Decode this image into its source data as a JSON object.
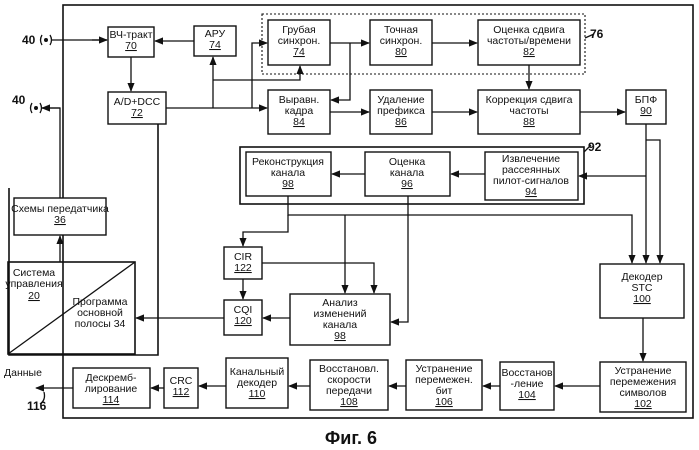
{
  "blocks": {
    "vch": {
      "label": "ВЧ-тракт",
      "num": "70"
    },
    "aru": {
      "label": "АРУ",
      "num": "74"
    },
    "coarse": {
      "label": "Грубая синхрон.",
      "num": "74"
    },
    "fine": {
      "label": "Точная синхрон.",
      "num": "80"
    },
    "offset_est": {
      "label": "Оценка сдвига частоты/времени",
      "num": "82"
    },
    "ad_dcc": {
      "label": "A/D+DCC",
      "num": "72"
    },
    "frame_align": {
      "label": "Выравн. кадра",
      "num": "84"
    },
    "prefix_removal": {
      "label": "Удаление префикса",
      "num": "86"
    },
    "offset_corr": {
      "label": "Коррекция сдвига частоты",
      "num": "88"
    },
    "fft": {
      "label": "БПФ",
      "num": "90"
    },
    "channel_recon": {
      "label": "Реконструкция канала",
      "num": "98"
    },
    "channel_est": {
      "label": "Оценка канала",
      "num": "96"
    },
    "pilot_extract": {
      "label": "Извлечение рассеянных пилот-сигналов",
      "num": "94"
    },
    "tx_circuits": {
      "label": "Схемы передатчика",
      "num": "36"
    },
    "cir": {
      "label": "CIR",
      "num": "122"
    },
    "cqi": {
      "label": "CQI",
      "num": "120"
    },
    "channel_change": {
      "label": "Анализ изменений канала",
      "num": "98"
    },
    "stc_decoder": {
      "label": "Декодер STC",
      "num": "100"
    },
    "control_system": {
      "label": "Система управления",
      "num": "20"
    },
    "baseband": {
      "label": "Программа основной полосы",
      "num": "34"
    },
    "descrambling": {
      "label": "Дескремб-лирование",
      "num": "114"
    },
    "crc": {
      "label": "CRC",
      "num": "112"
    },
    "channel_decoder": {
      "label": "Канальный декодер",
      "num": "110"
    },
    "rate_recovery": {
      "label": "Восстановл. скорости передачи",
      "num": "108"
    },
    "bit_deinterleave": {
      "label": "Устранение перемежен. бит",
      "num": "106"
    },
    "recovery": {
      "label": "Восстанов -ление",
      "num": "104"
    },
    "symbol_deinterleave": {
      "label": "Устранение перемежения символов",
      "num": "102"
    }
  },
  "refs": {
    "antenna_1": "40",
    "antenna_2": "40",
    "group_76": "76",
    "group_92": "92",
    "data_num": "116"
  },
  "data_label": "Данные",
  "caption": "Фиг. 6"
}
